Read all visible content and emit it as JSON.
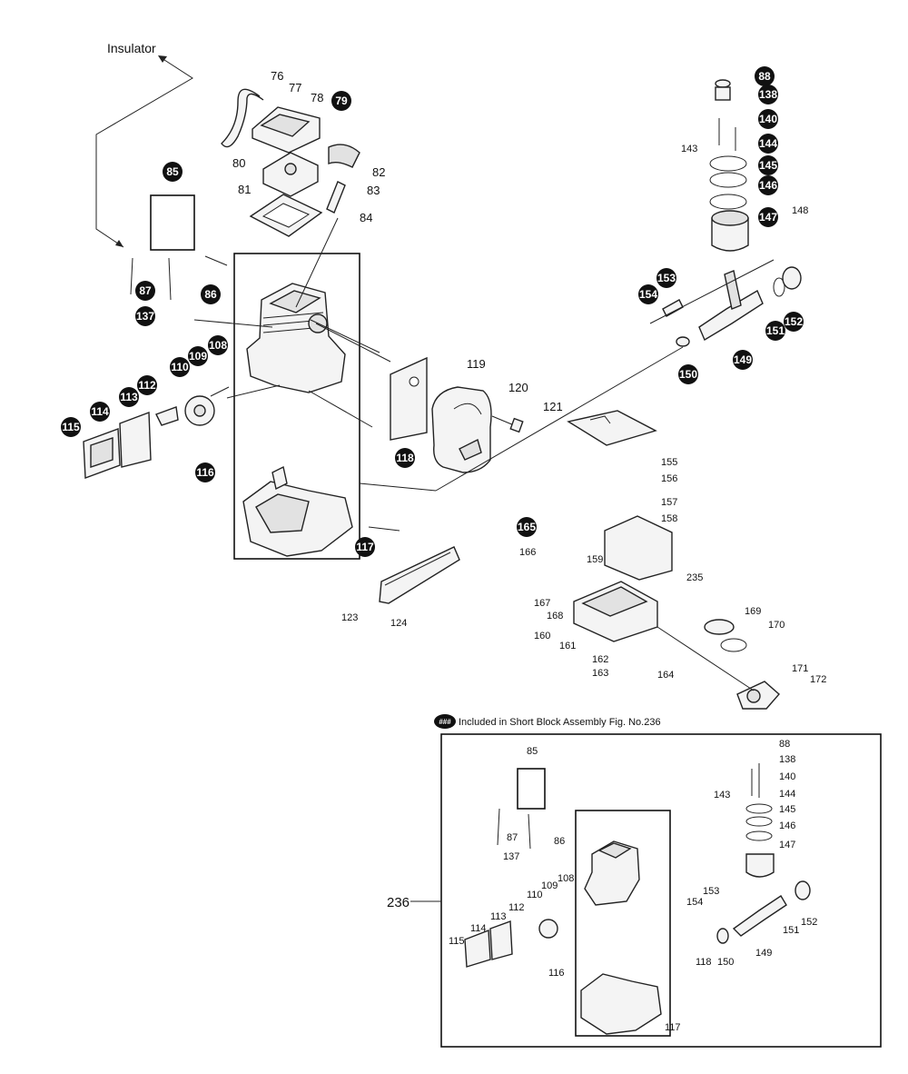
{
  "diagram": {
    "insulator_label": "Insulator",
    "legend": {
      "symbol": "###",
      "text": "Included in Short Block Assembly Fig. No.236"
    },
    "inset_number": "236",
    "main_labels": [
      "76",
      "77",
      "78",
      "80",
      "81",
      "82",
      "83",
      "84",
      "119",
      "120",
      "121",
      "155",
      "156",
      "157",
      "158",
      "123",
      "124",
      "166",
      "167",
      "168",
      "159",
      "235",
      "160",
      "161",
      "162",
      "163",
      "164",
      "169",
      "170",
      "171",
      "172",
      "143",
      "148"
    ],
    "main_badges": [
      "79",
      "85",
      "86",
      "87",
      "137",
      "88",
      "138",
      "140",
      "144",
      "145",
      "146",
      "147",
      "153",
      "154",
      "151",
      "152",
      "149",
      "150",
      "108",
      "109",
      "110",
      "112",
      "113",
      "114",
      "115",
      "116",
      "117",
      "118",
      "165"
    ],
    "inset_labels": [
      "85",
      "88",
      "138",
      "140",
      "143",
      "144",
      "145",
      "146",
      "147",
      "86",
      "87",
      "137",
      "153",
      "154",
      "151",
      "152",
      "149",
      "150",
      "108",
      "109",
      "110",
      "112",
      "113",
      "114",
      "115",
      "118",
      "116",
      "117"
    ]
  }
}
